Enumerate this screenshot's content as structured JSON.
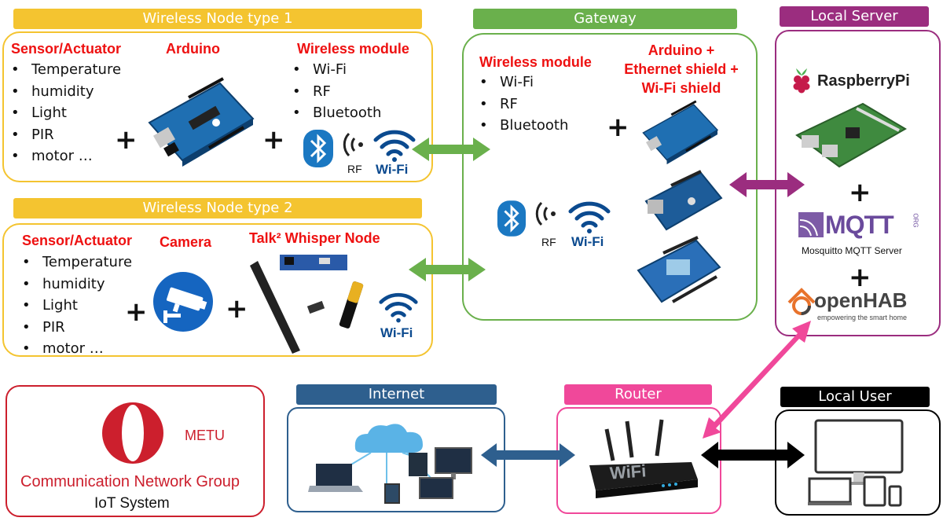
{
  "colors": {
    "node": "#f4c430",
    "gateway": "#6ab04c",
    "server": "#9b2d7f",
    "internet": "#2e5f8e",
    "router": "#f0489a",
    "user": "#000000",
    "metu": "#cc1f2d",
    "wifi": "#0b4a8f"
  },
  "icons": [
    "arduino-board-icon",
    "bluetooth-icon",
    "rf-icon",
    "wifi-icon",
    "camera-sign-icon",
    "talk2-node-icon",
    "battery-icon",
    "raspberry-pi-icon",
    "mqtt-logo-icon",
    "openhab-logo-icon",
    "cloud-network-icon",
    "router-icon",
    "devices-icon",
    "metu-logo-icon"
  ],
  "node1": {
    "title": "Wireless Node type 1",
    "sensor_heading": "Sensor/Actuator",
    "sensors": [
      "Temperature",
      "humidity",
      "Light",
      "PIR",
      "motor …"
    ],
    "arduino_heading": "Arduino",
    "module_heading": "Wireless module",
    "modules": [
      "Wi-Fi",
      "RF",
      "Bluetooth"
    ],
    "plus1": "+",
    "plus2": "+",
    "rf_label": "RF",
    "wifi_label": "Wi-Fi"
  },
  "node2": {
    "title": "Wireless Node type 2",
    "sensor_heading": "Sensor/Actuator",
    "sensors": [
      "Temperature",
      "humidity",
      "Light",
      "PIR",
      "motor …"
    ],
    "camera_heading": "Camera",
    "whisper_heading": "Talk² Whisper Node",
    "plus1": "+",
    "plus2": "+",
    "wifi_label": "Wi-Fi"
  },
  "gateway": {
    "title": "Gateway",
    "module_heading": "Wireless module",
    "modules": [
      "Wi-Fi",
      "RF",
      "Bluetooth"
    ],
    "arduino_heading_lines": [
      "Arduino +",
      "Ethernet shield +",
      "Wi-Fi shield"
    ],
    "plus": "+",
    "rf_label": "RF",
    "wifi_label": "Wi-Fi"
  },
  "server": {
    "title": "Local Server",
    "raspberry_label": "RaspberryPi",
    "plus1": "+",
    "plus2": "+",
    "mqtt_logo": "MQTT",
    "mqtt_org": "ORG",
    "mqtt_caption": "Mosquitto MQTT Server",
    "openhab_logo": "openHAB",
    "openhab_tagline": "empowering the smart home"
  },
  "metu": {
    "name": "METU",
    "group": "Communication Network Group",
    "system": "IoT System"
  },
  "internet": {
    "title": "Internet"
  },
  "router": {
    "title": "Router",
    "device_label": "WiFi"
  },
  "user": {
    "title": "Local User"
  }
}
